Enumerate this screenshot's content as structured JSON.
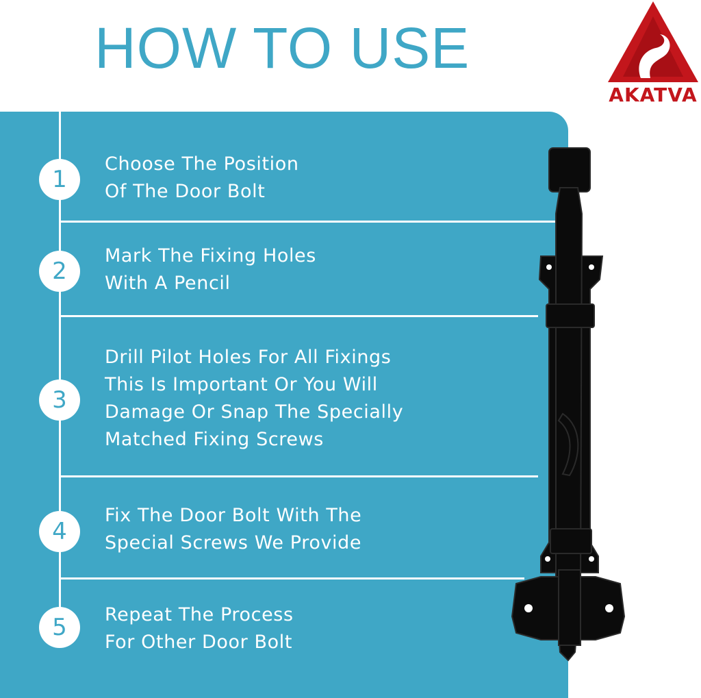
{
  "title": "HOW TO USE",
  "brand": {
    "name": "AKATVA",
    "color": "#c3161c",
    "icon": "akatva-logo-icon"
  },
  "accent_color": "#3fa7c6",
  "steps": [
    {
      "number": "1",
      "lines": [
        "Choose The Position",
        "Of The Door Bolt"
      ]
    },
    {
      "number": "2",
      "lines": [
        "Mark The Fixing Holes",
        "With A Pencil"
      ]
    },
    {
      "number": "3",
      "lines": [
        "Drill Pilot Holes For All Fixings",
        "This Is Important Or You Will",
        "Damage Or Snap The Specially",
        "Matched Fixing Screws"
      ]
    },
    {
      "number": "4",
      "lines": [
        "Fix The Door Bolt With The",
        "Special Screws We Provide"
      ]
    },
    {
      "number": "5",
      "lines": [
        "Repeat The Process",
        "For Other Door Bolt"
      ]
    }
  ],
  "product_image": "door-bolt-icon"
}
